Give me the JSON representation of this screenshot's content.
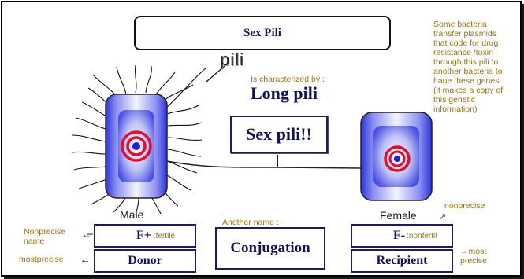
{
  "title": "Sex Pili",
  "pili_label": "pili",
  "characterized_by": "Is characterized by :",
  "long_pili": "Long pili",
  "sex_pili_box": "Sex pili!!",
  "male_label": "Male",
  "female_label": "Female",
  "side_note": "Some bacteria transfer plasmids that code for drug resistance /toxin through this pili to another bacteria to haue these genes (it makes a copy of this genetic information)",
  "another_name": "Another name :",
  "conjugation": "Conjugation",
  "male_boxes": {
    "plus": "F+",
    "plus_note": ":fertile",
    "donor": "Donor"
  },
  "female_boxes": {
    "minus": "F-",
    "minus_note": ":nonfertil",
    "recipient": "Recipient"
  },
  "left_notes": {
    "nonprecise": "Nonprecise\nname",
    "mostprecise": "mostprecise",
    "arrow": "←"
  },
  "right_notes": {
    "nonprecise": "nonprecise",
    "nonprecise_arrow": "↗",
    "mostprecise": "→most\nprecise"
  },
  "colors": {
    "label_gold": "#9a7417",
    "box_navy": "#1d1d5c",
    "cell_blue": "#5a5ff0",
    "plasmid_red": "#e0102a"
  }
}
